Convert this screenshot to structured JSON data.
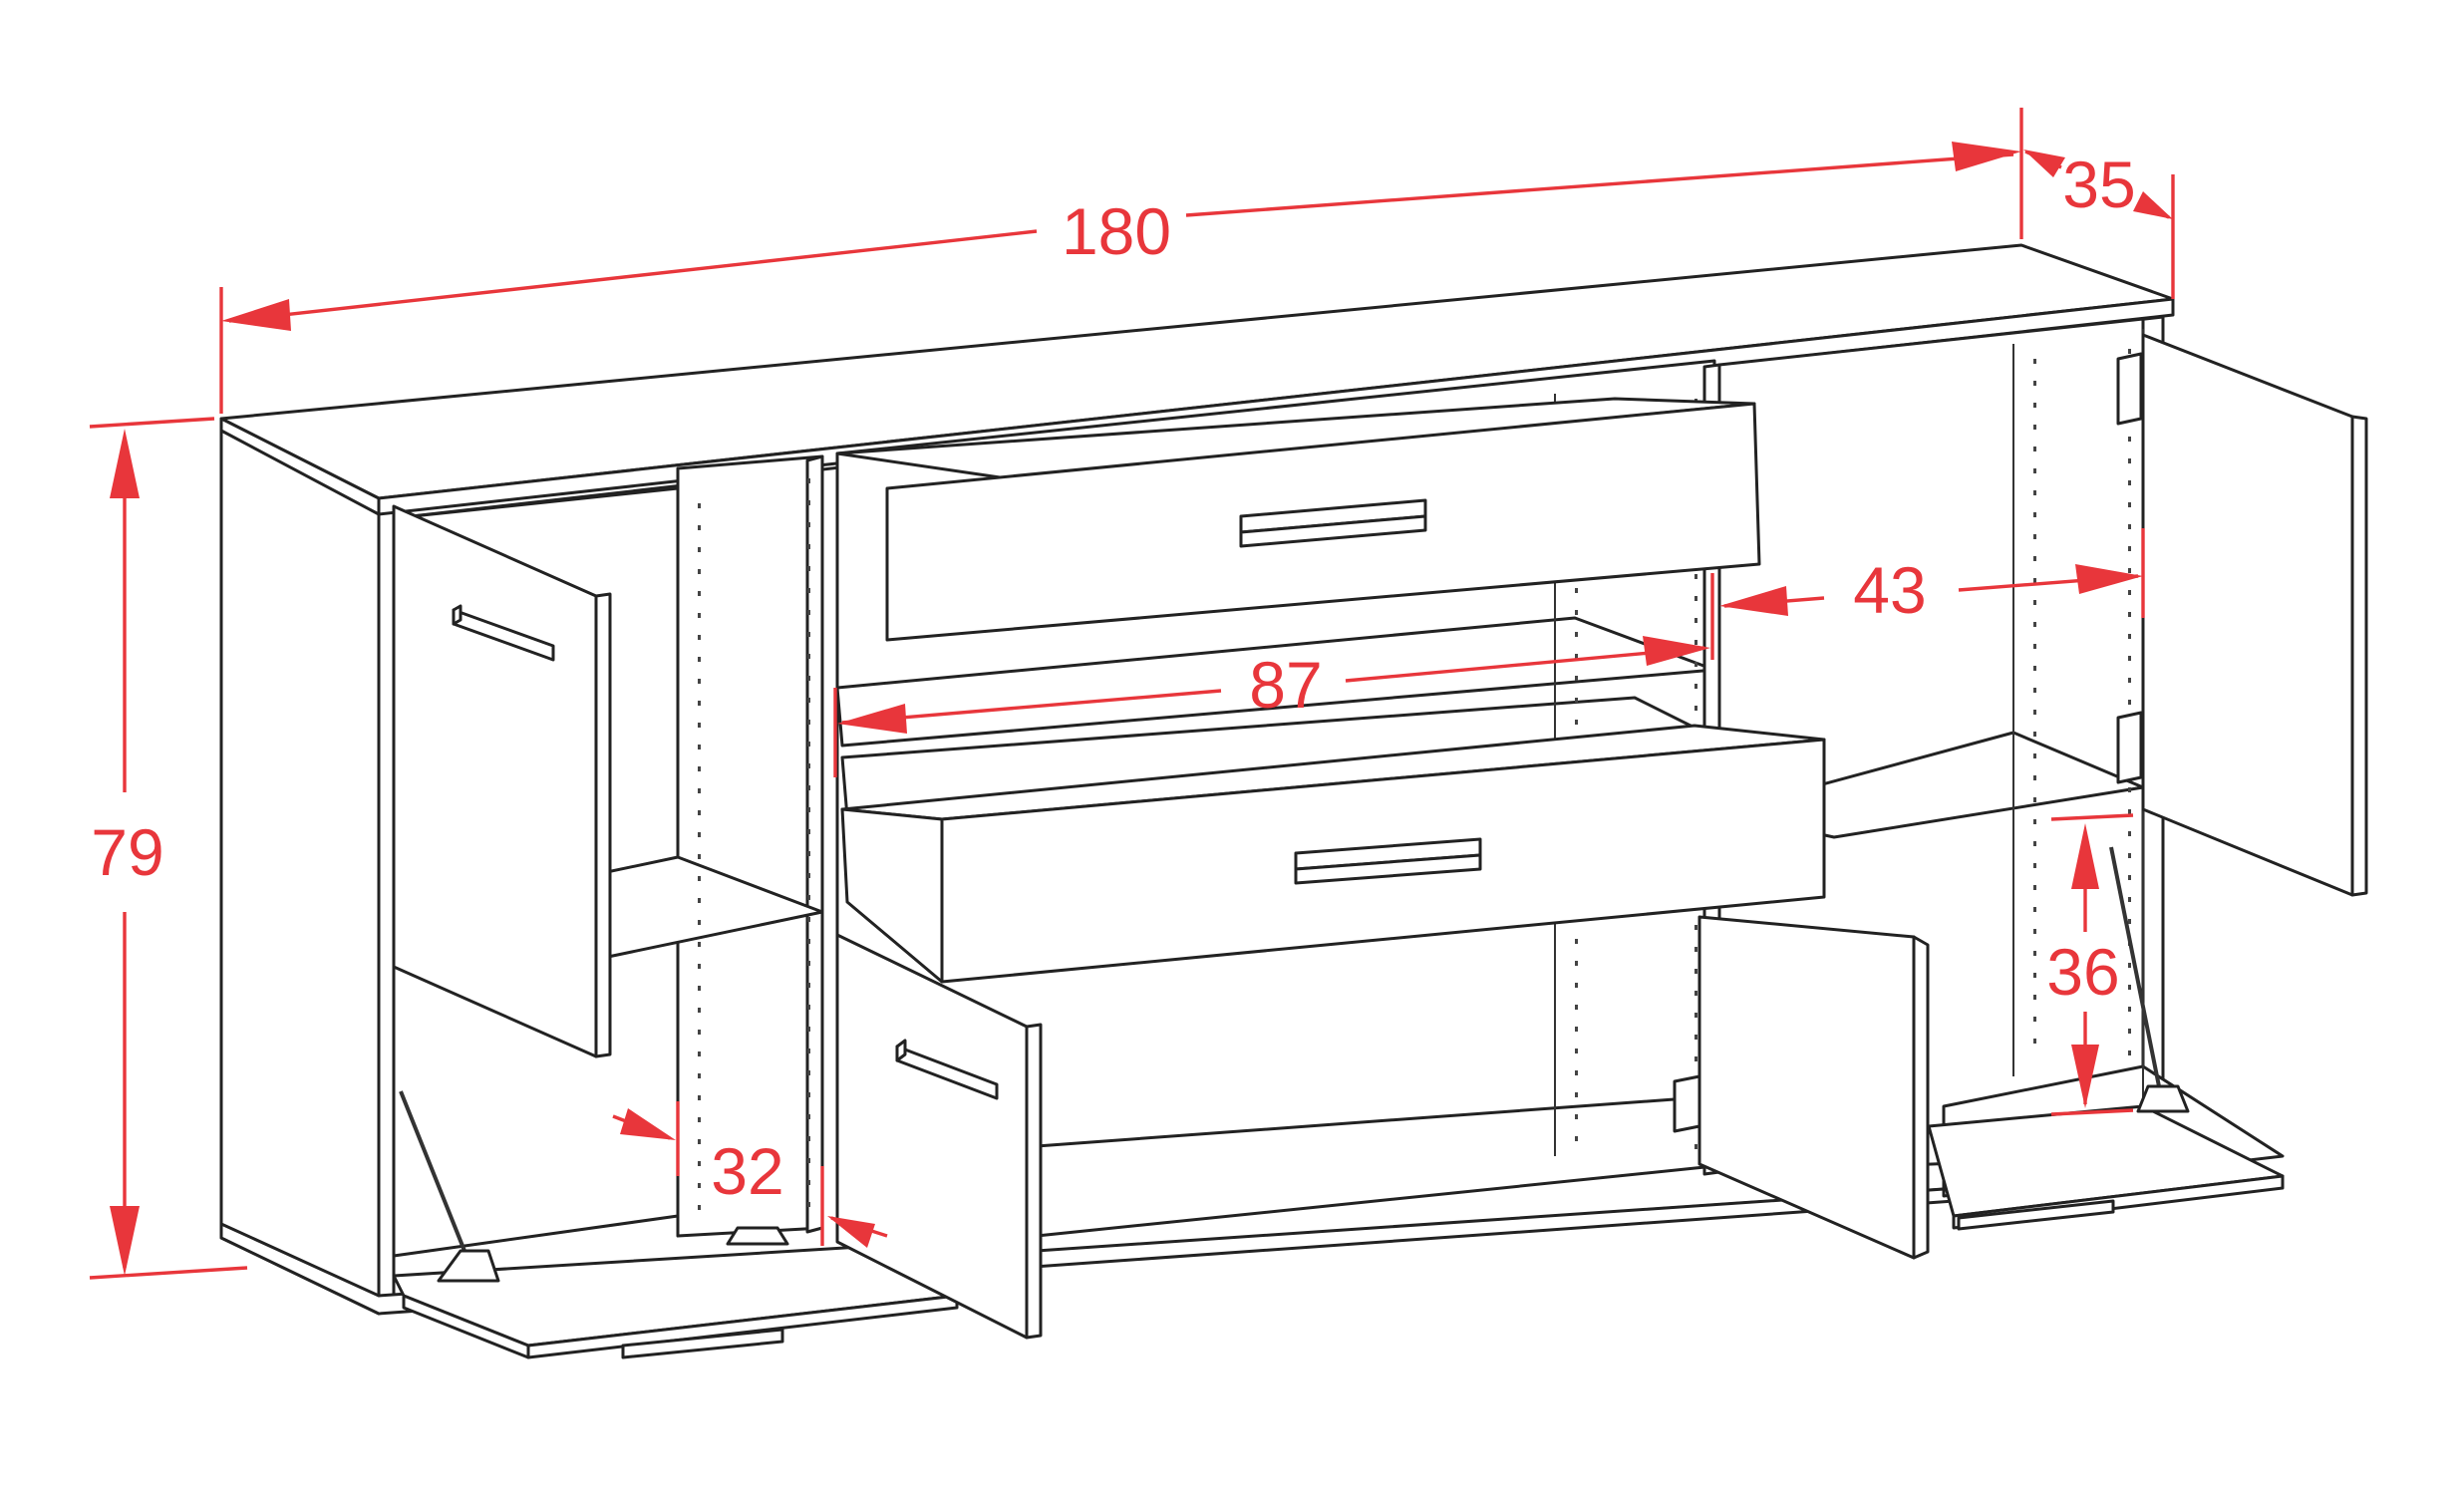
{
  "colors": {
    "dimension": "#e8363b",
    "outline": "#222222",
    "panel": "#ffffff"
  },
  "dimensions": {
    "width": "180",
    "depth": "35",
    "height": "79",
    "drawer_width": "87",
    "compartment_width": "43",
    "compartment_height": "36",
    "door_offset": "32"
  }
}
